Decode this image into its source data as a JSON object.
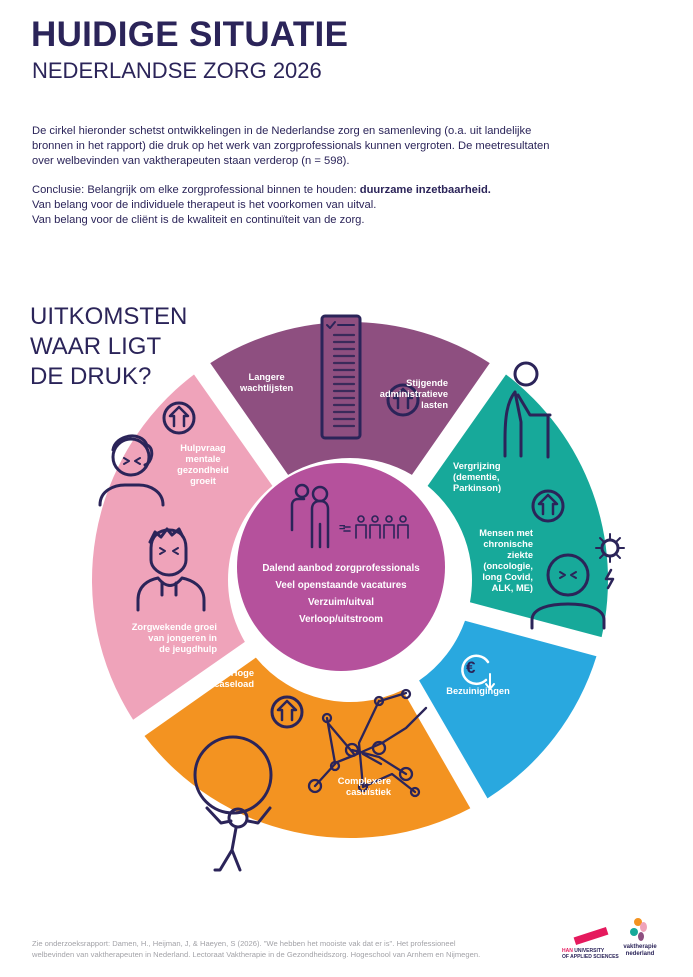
{
  "header": {
    "title": "HUIDIGE SITUATIE",
    "subtitle": "NEDERLANDSE ZORG 2026"
  },
  "intro": {
    "paragraph": [
      "De cirkel hieronder schetst ontwikkelingen in de Nederlandse zorg en samenleving (o.a. uit landelijke",
      "bronnen in het rapport) die druk op het werk van zorgprofessionals kunnen vergroten. De meetresultaten",
      "over welbevinden van vaktherapeuten staan verderop (n = 598)."
    ],
    "conclusion_prefix": "Conclusie: Belangrijk om elke zorgprofessional binnen te houden: ",
    "conclusion_bold": "duurzame inzetbaarheid.",
    "lines": [
      "Van belang voor de individuele therapeut is het voorkomen van uitval.",
      "Van belang voor de cliënt is de kwaliteit en continuïteit van de zorg."
    ]
  },
  "heading": [
    "UITKOMSTEN",
    "WAAR LIGT",
    "DE DRUK?"
  ],
  "colors": {
    "navy": "#2b2459",
    "purple": "#8e4f80",
    "teal": "#17a99a",
    "blue": "#29a8df",
    "orange": "#f39321",
    "pink": "#efa3ba",
    "center": "#b5519c"
  },
  "segments": {
    "purple": [
      "Langere",
      "wachtlijsten"
    ],
    "purple2": [
      "Stijgende",
      "administratieve",
      "lasten"
    ],
    "pink": [
      "Hulpvraag",
      "mentale",
      "gezondheid",
      "groeit"
    ],
    "pink2": [
      "Zorgwekende groei",
      "van jongeren in",
      "de jeugdhulp"
    ],
    "teal": [
      "Vergrijzing",
      "(dementie,",
      "Parkinson)"
    ],
    "teal2": [
      "Mensen met",
      "chronische",
      "ziekte",
      "(oncologie,",
      "long Covid,",
      "ALK, ME)"
    ],
    "blue": [
      "Bezuinigingen"
    ],
    "orange": [
      "Hoge",
      "caseload"
    ],
    "orange2": [
      "Complexere",
      "casuïstiek"
    ]
  },
  "center": [
    "Dalend aanbod zorgprofessionals",
    "Veel openstaande vacatures",
    "Verzuim/uitval",
    "Verloop/uitstroom"
  ],
  "center_equals": "=",
  "euro_symbol": "€",
  "footer": [
    "Zie onderzoeksrapport: Damen, H., Heijman, J, & Haeyen, S (2026). \"We hebben het mooiste vak dat er is\". Het professioneel",
    "welbevinden van vaktherapeuten in Nederland. Lectoraat Vaktherapie in de Gezondheidszorg. Hogeschool van Arnhem en Nijmegen."
  ],
  "logos": {
    "han": [
      "HAN",
      "UNIVERSITY",
      "OF APPLIED SCIENCES"
    ],
    "vaktherapie": [
      "vaktherapie",
      "nederland"
    ]
  }
}
